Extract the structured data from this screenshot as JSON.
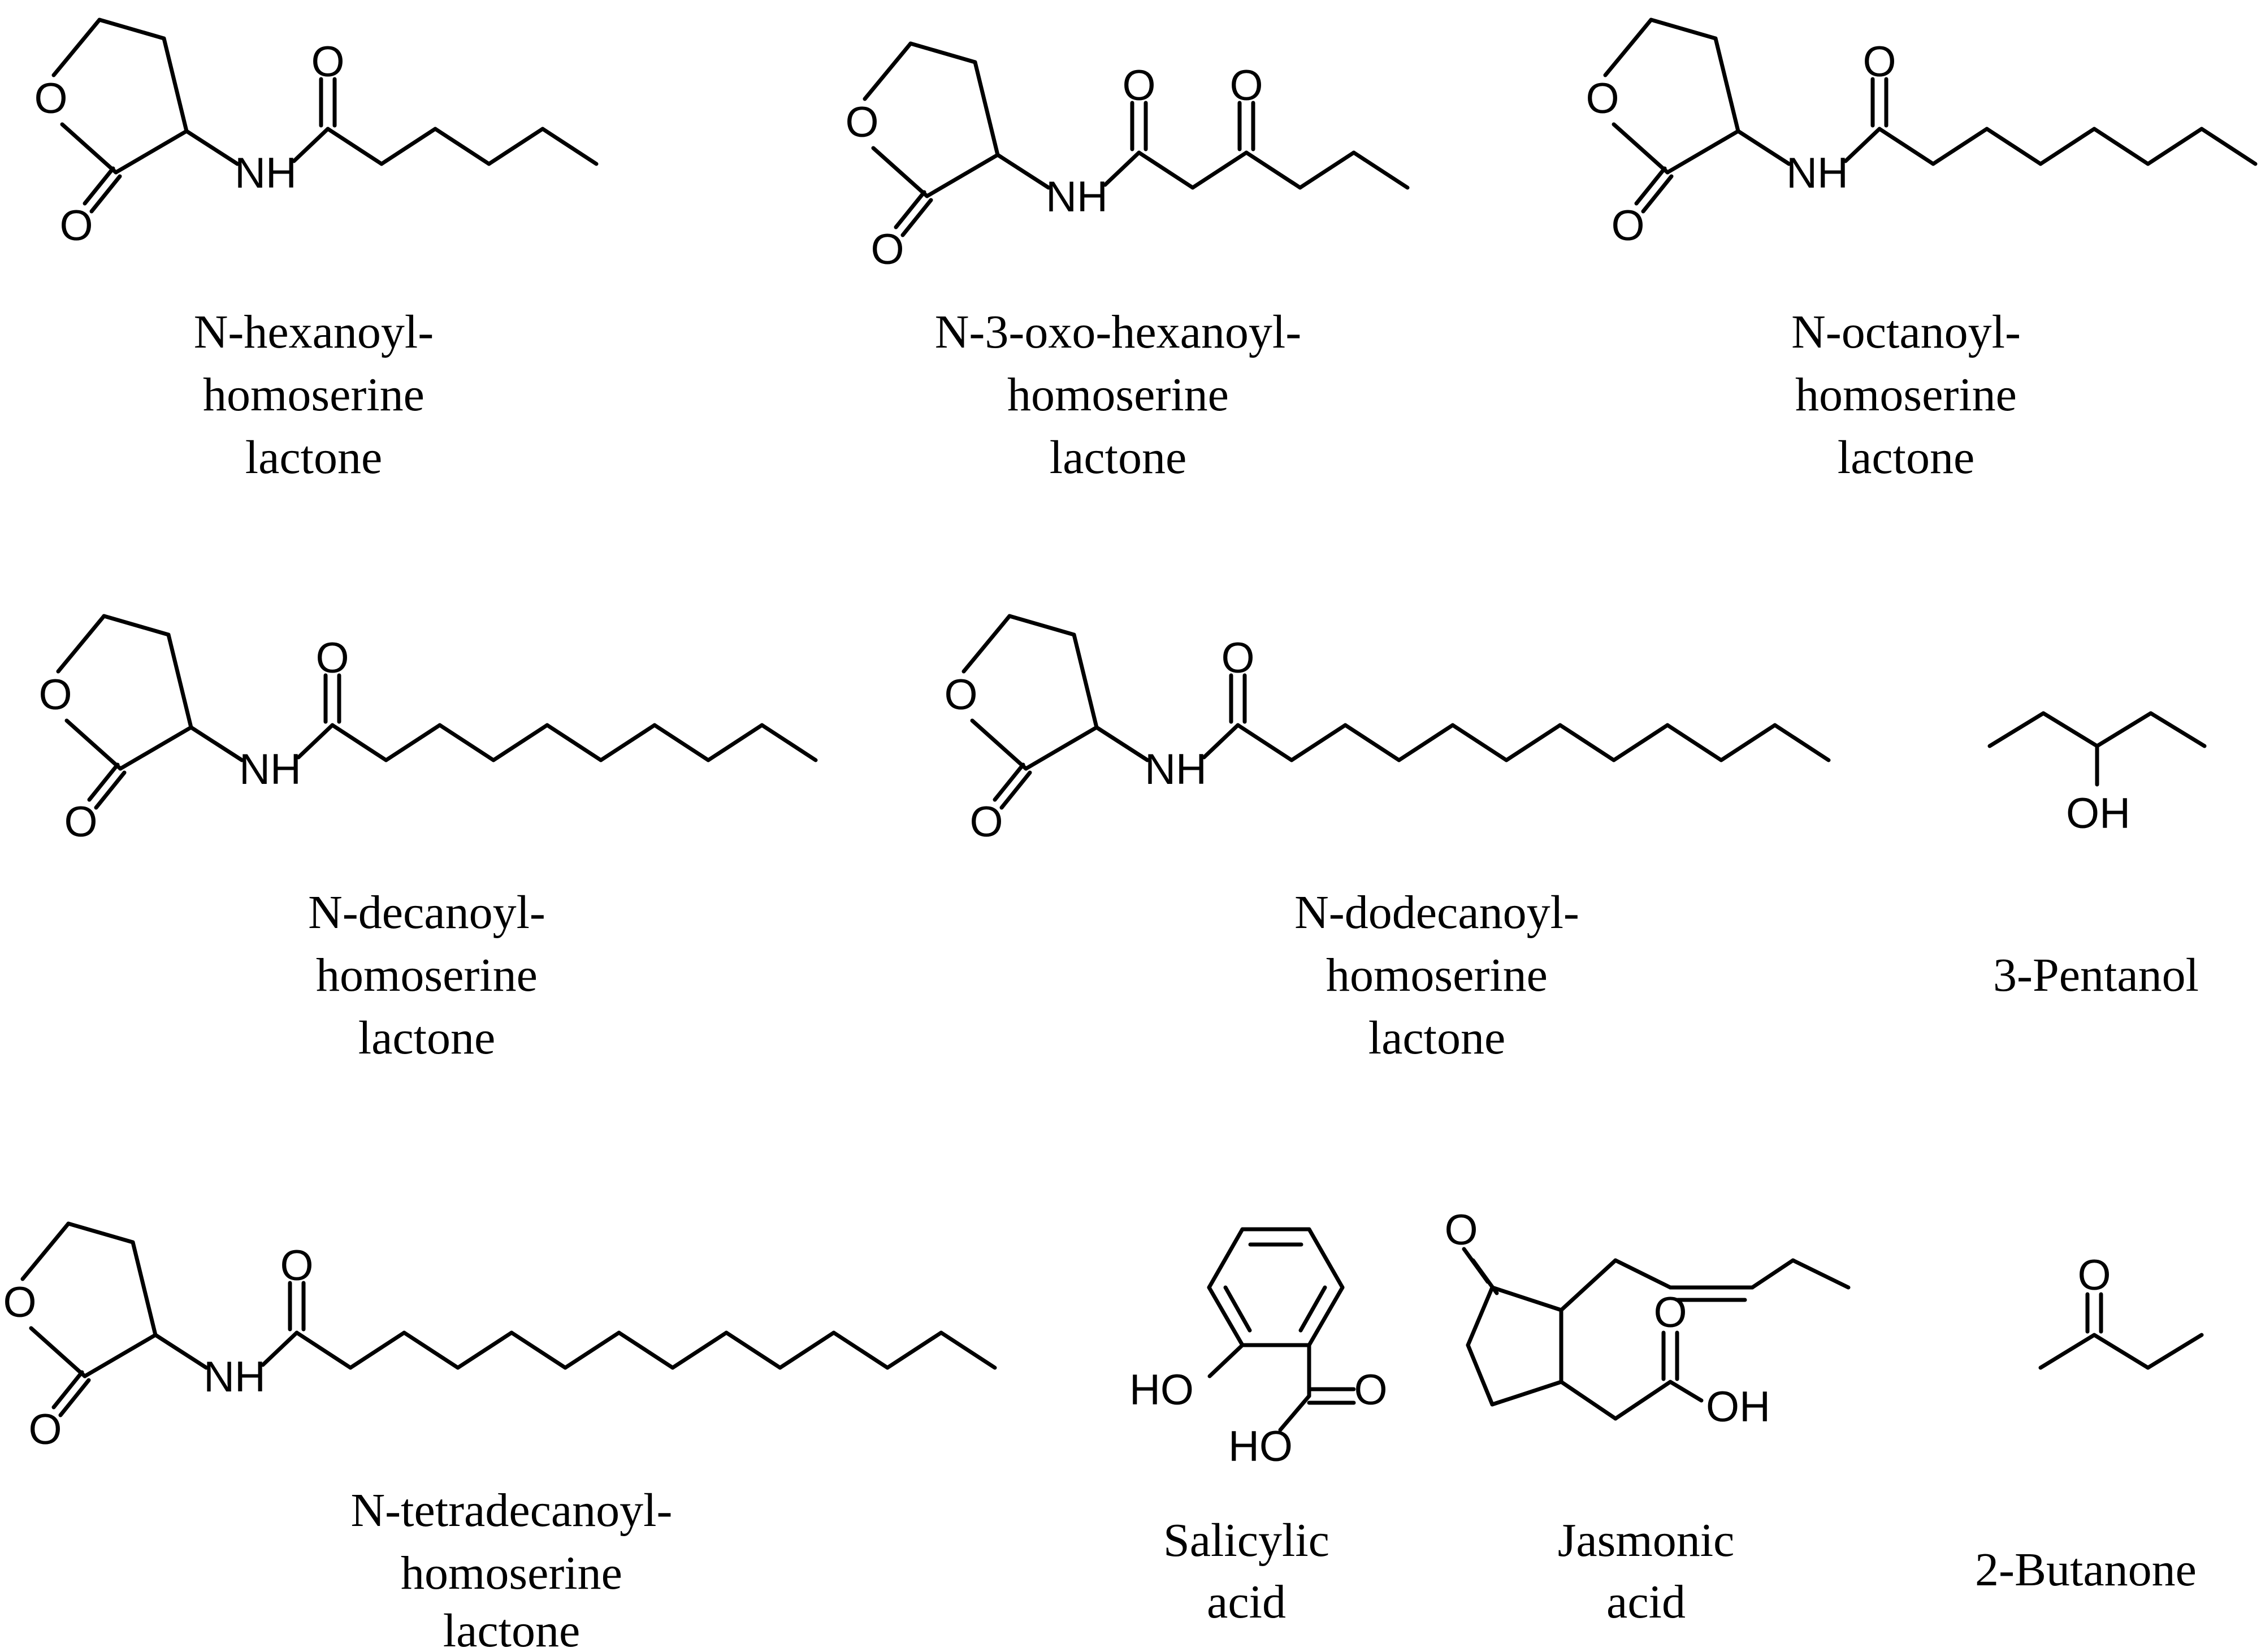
{
  "structures": [
    {
      "name": [
        "N-hexanoyl-",
        "homoserine",
        "lactone"
      ],
      "atoms": {
        "O_ring": "O",
        "NH": "NH",
        "O_lac": "O",
        "O_amide": "O"
      }
    },
    {
      "name": [
        "N-3-oxo-hexanoyl-",
        "homoserine",
        "lactone"
      ],
      "atoms": {
        "O_ring": "O",
        "NH": "NH",
        "O_lac": "O",
        "O_amide": "O",
        "O_keto": "O"
      }
    },
    {
      "name": [
        "N-octanoyl-",
        "homoserine",
        "lactone"
      ],
      "atoms": {
        "O_ring": "O",
        "NH": "NH",
        "O_lac": "O",
        "O_amide": "O"
      }
    },
    {
      "name": [
        "N-decanoyl-",
        "homoserine",
        "lactone"
      ],
      "atoms": {
        "O_ring": "O",
        "NH": "NH",
        "O_lac": "O",
        "O_amide": "O"
      }
    },
    {
      "name": [
        "N-dodecanoyl-",
        "homoserine",
        "lactone"
      ],
      "atoms": {
        "O_ring": "O",
        "NH": "NH",
        "O_lac": "O",
        "O_amide": "O"
      }
    },
    {
      "name": [
        "3-Pentanol"
      ],
      "atoms": {
        "OH": "OH"
      }
    },
    {
      "name": [
        "N-tetradecanoyl-",
        "homoserine",
        "lactone"
      ],
      "atoms": {
        "O_ring": "O",
        "NH": "NH",
        "O_lac": "O",
        "O_amide": "O"
      }
    },
    {
      "name": [
        "Salicylic",
        "acid"
      ],
      "atoms": {
        "HO_phenol": "HO",
        "O_carbonyl": "O",
        "HO_acid": "HO"
      }
    },
    {
      "name": [
        "Jasmonic",
        "acid"
      ],
      "atoms": {
        "O_ketone": "O",
        "O_carbonyl": "O",
        "OH": "OH"
      }
    },
    {
      "name": [
        "2-Butanone"
      ],
      "atoms": {
        "O": "O"
      }
    }
  ]
}
